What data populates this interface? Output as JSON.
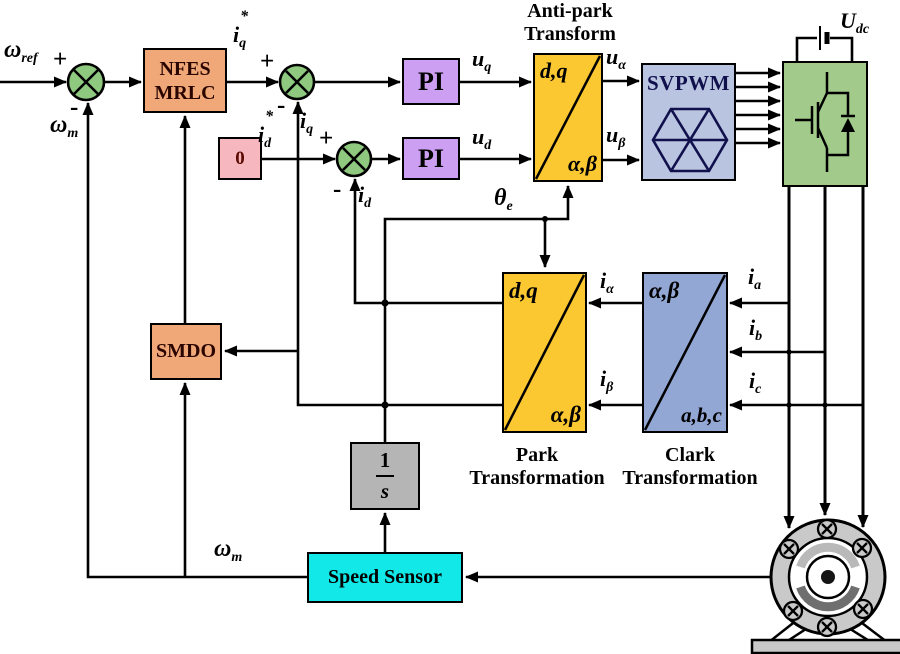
{
  "blocks": {
    "nfes_mrlc": {
      "line1": "NFES",
      "line2": "MRLC"
    },
    "zero": {
      "label": "0"
    },
    "pi_q": {
      "label": "PI"
    },
    "pi_d": {
      "label": "PI"
    },
    "anti_park": {
      "top_left": "d,q",
      "bottom_right": "α,β",
      "title_line1": "Anti-park",
      "title_line2": "Transform"
    },
    "svpwm": {
      "label": "SVPWM"
    },
    "park": {
      "top_left": "d,q",
      "bottom_right": "α,β",
      "caption_line1": "Park",
      "caption_line2": "Transformation"
    },
    "clark": {
      "top_left": "α,β",
      "bottom_right": "a,b,c",
      "caption_line1": "Clark",
      "caption_line2": "Transformation"
    },
    "smdo": {
      "label": "SMDO"
    },
    "integrator": {
      "numerator": "1",
      "denominator": "s"
    },
    "speed_sensor": {
      "label": "Speed Sensor"
    }
  },
  "signals": {
    "omega_ref": {
      "base": "ω",
      "sub": "ref"
    },
    "omega_m_top": {
      "base": "ω",
      "sub": "m"
    },
    "omega_m_bottom": {
      "base": "ω",
      "sub": "m"
    },
    "iq_ref": {
      "base": "i",
      "sub": "q",
      "sup": "*"
    },
    "id_ref": {
      "base": "i",
      "sub": "d",
      "sup": "*"
    },
    "iq_fb": {
      "base": "i",
      "sub": "q"
    },
    "id_fb": {
      "base": "i",
      "sub": "d"
    },
    "uq": {
      "base": "u",
      "sub": "q"
    },
    "ud": {
      "base": "u",
      "sub": "d"
    },
    "u_alpha": {
      "base": "u",
      "sub": "α"
    },
    "u_beta": {
      "base": "u",
      "sub": "β"
    },
    "theta_e": {
      "base": "θ",
      "sub": "e"
    },
    "i_alpha": {
      "base": "i",
      "sub": "α"
    },
    "i_beta": {
      "base": "i",
      "sub": "β"
    },
    "i_a": {
      "base": "i",
      "sub": "a"
    },
    "i_b": {
      "base": "i",
      "sub": "b"
    },
    "i_c": {
      "base": "i",
      "sub": "c"
    },
    "u_dc": {
      "base": "U",
      "sub": "dc"
    }
  },
  "operators": {
    "j1_plus": "+",
    "j1_minus": "-",
    "j2_plus": "+",
    "j2_minus": "-",
    "j3_plus": "+",
    "j3_minus": "-"
  },
  "colors": {
    "controller_orange": "#f0a878",
    "reference_pink": "#f6b7bf",
    "pi_purple": "#cc9ff2",
    "transform_yellow": "#fbc832",
    "svpwm_blue": "#b9c4e0",
    "clark_blue": "#93a7d4",
    "inverter_green": "#a2cb8b",
    "sensor_cyan": "#12e8e8",
    "integrator_gray": "#b5b5b5",
    "junction_green": "#8fc97f",
    "motor_gray": "#c9c9c9"
  }
}
